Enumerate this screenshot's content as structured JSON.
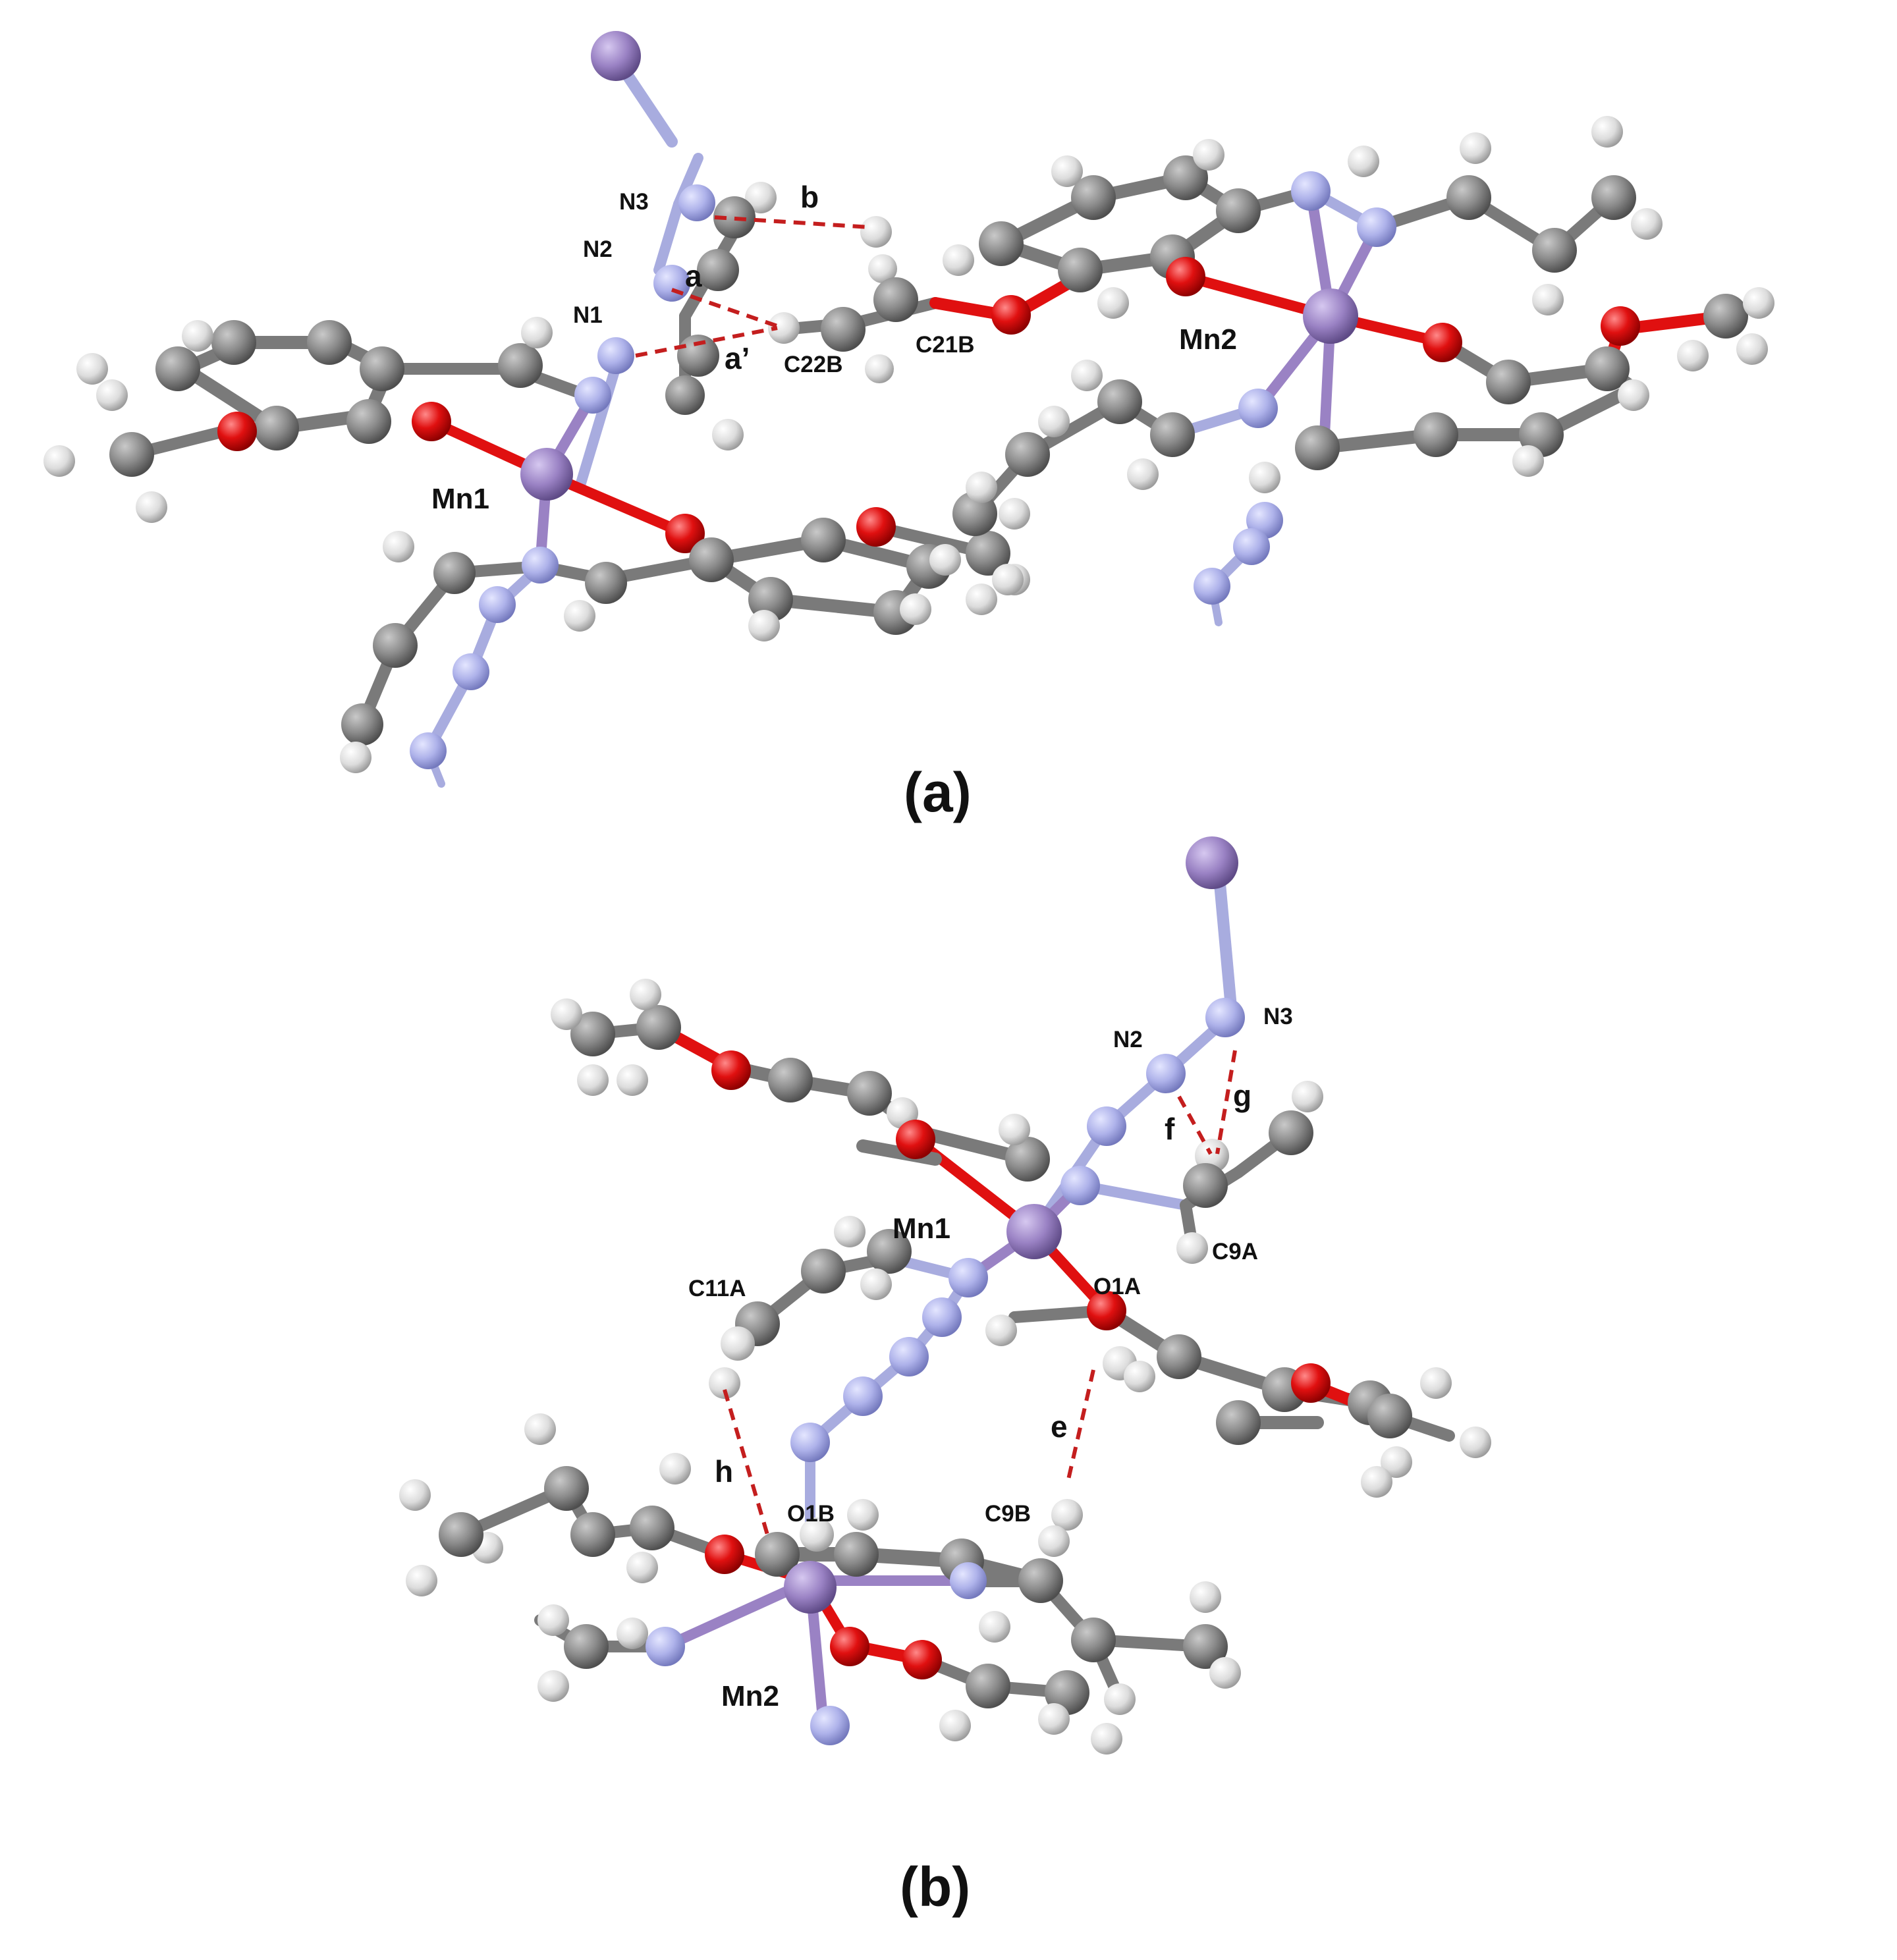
{
  "colors": {
    "carbon": "#8f8f8f",
    "hydrogen": "#e8e8e8",
    "nitrogen": "#b2b6ea",
    "oxygen": "#e01010",
    "manganese": "#9a82c4",
    "hbond": "#c41e1e"
  },
  "panel_a": {
    "caption": "(a)",
    "labels": {
      "n3": "N3",
      "n2": "N2",
      "n1": "N1",
      "bond_b": "b",
      "bond_a": "a",
      "bond_a_prime": "a’",
      "c22b": "C22B",
      "c21b": "C21B",
      "mn1": "Mn1",
      "mn2": "Mn2"
    }
  },
  "panel_b": {
    "caption": "(b)",
    "labels": {
      "n2": "N2",
      "n3": "N3",
      "bond_f": "f",
      "bond_g": "g",
      "mn1": "Mn1",
      "c9a": "C9A",
      "c11a": "C11A",
      "o1a": "O1A",
      "bond_e": "e",
      "bond_h": "h",
      "o1b": "O1B",
      "c9b": "C9B",
      "mn2": "Mn2"
    }
  }
}
